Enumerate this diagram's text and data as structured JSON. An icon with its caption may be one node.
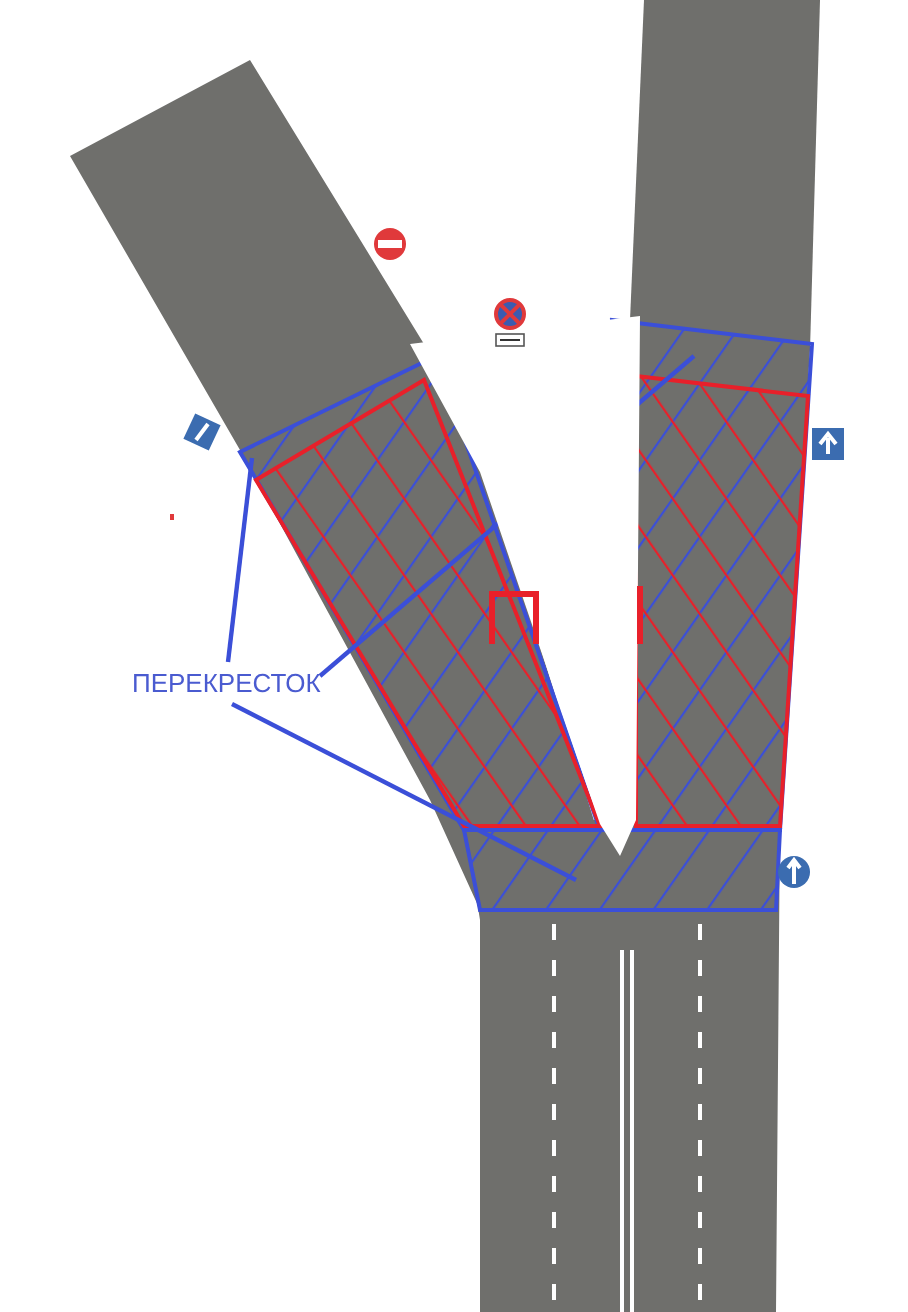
{
  "diagram": {
    "nodes": [
      {
        "text": [
          "ПЕРЕКРЕСТОК"
        ]
      },
      {
        "text": [],
        "shape": "area"
      },
      {
        "text": [],
        "shape": "area"
      },
      {
        "text": [],
        "shape": "area"
      }
    ],
    "edges": [
      {
        "from": 0,
        "to": 1,
        "arrow": "none"
      },
      {
        "from": 0,
        "to": 2,
        "arrow": "none"
      },
      {
        "from": 0,
        "to": 3,
        "arrow": "none"
      }
    ]
  }
}
